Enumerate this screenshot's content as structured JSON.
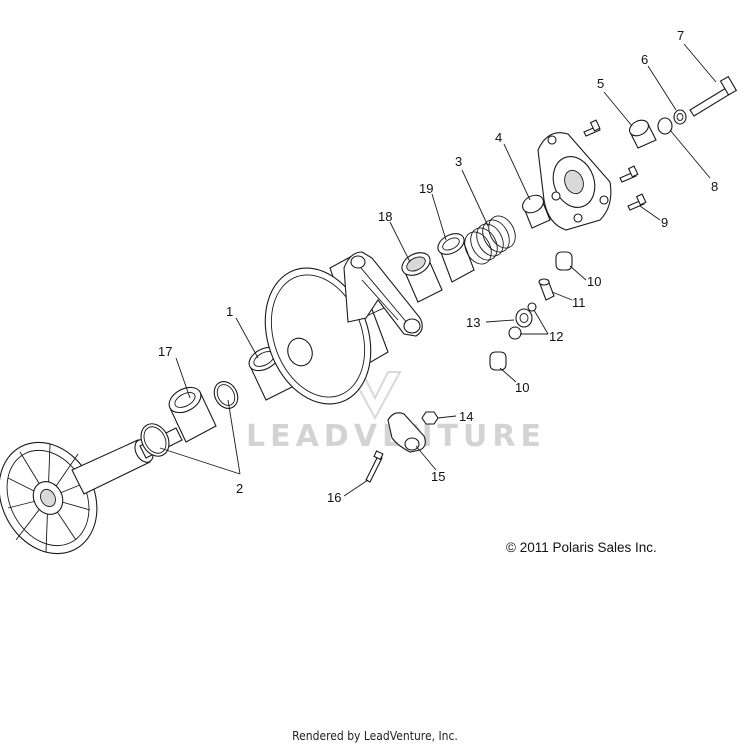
{
  "watermark": "LEADVENTURE",
  "copyright": "© 2011 Polaris Sales Inc.",
  "footer": "Rendered by LeadVenture, Inc.",
  "callouts": [
    {
      "label": "1"
    },
    {
      "label": "2"
    },
    {
      "label": "3"
    },
    {
      "label": "4"
    },
    {
      "label": "5"
    },
    {
      "label": "6"
    },
    {
      "label": "7"
    },
    {
      "label": "8"
    },
    {
      "label": "9"
    },
    {
      "label": "10"
    },
    {
      "label": "11"
    },
    {
      "label": "12"
    },
    {
      "label": "13"
    },
    {
      "label": "10"
    },
    {
      "label": "14"
    },
    {
      "label": "15"
    },
    {
      "label": "16"
    },
    {
      "label": "17"
    },
    {
      "label": "18"
    },
    {
      "label": "19"
    }
  ]
}
